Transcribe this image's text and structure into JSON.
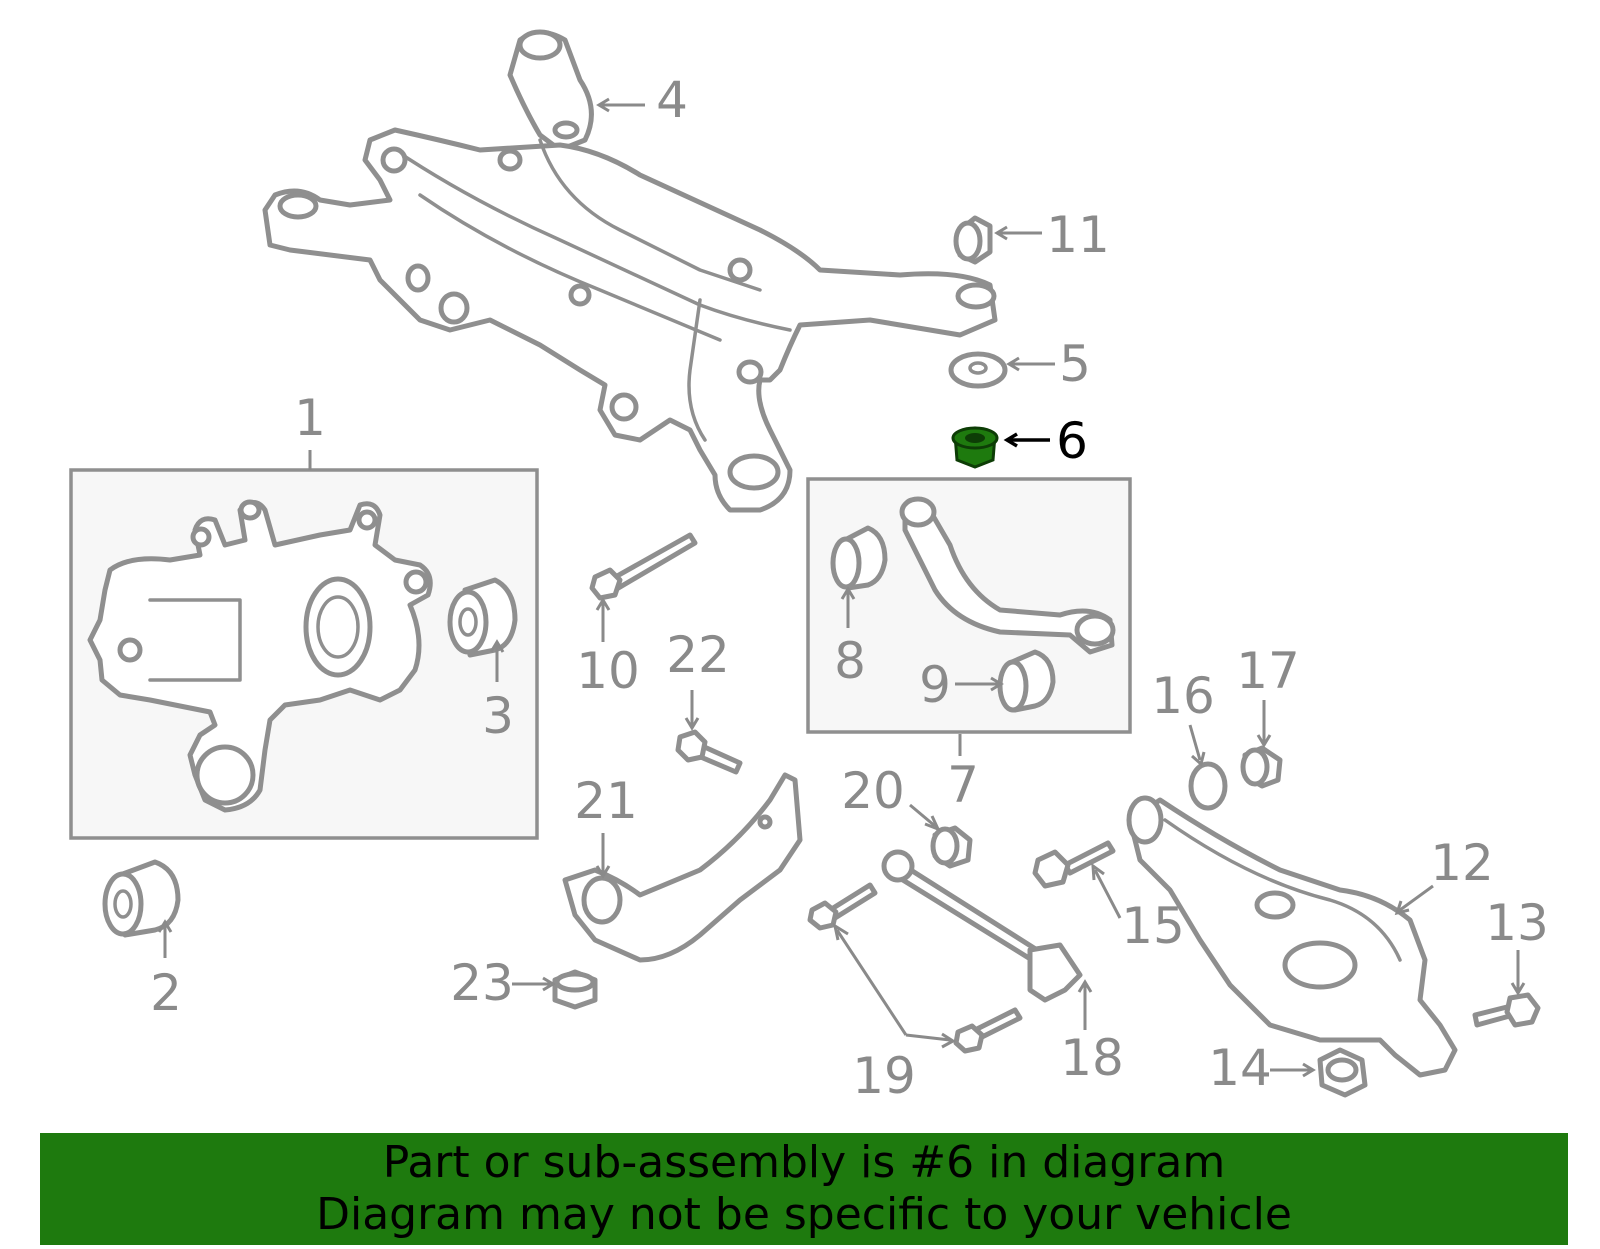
{
  "callouts": [
    {
      "id": "1",
      "text": "1"
    },
    {
      "id": "2",
      "text": "2"
    },
    {
      "id": "3",
      "text": "3"
    },
    {
      "id": "4",
      "text": "4"
    },
    {
      "id": "5",
      "text": "5"
    },
    {
      "id": "6",
      "text": "6",
      "highlighted": true
    },
    {
      "id": "7",
      "text": "7"
    },
    {
      "id": "8",
      "text": "8"
    },
    {
      "id": "9",
      "text": "9"
    },
    {
      "id": "10",
      "text": "10"
    },
    {
      "id": "11",
      "text": "11"
    },
    {
      "id": "12",
      "text": "12"
    },
    {
      "id": "13",
      "text": "13"
    },
    {
      "id": "14",
      "text": "14"
    },
    {
      "id": "15",
      "text": "15"
    },
    {
      "id": "16",
      "text": "16"
    },
    {
      "id": "17",
      "text": "17"
    },
    {
      "id": "18",
      "text": "18"
    },
    {
      "id": "19",
      "text": "19"
    },
    {
      "id": "20",
      "text": "20"
    },
    {
      "id": "21",
      "text": "21"
    },
    {
      "id": "22",
      "text": "22"
    },
    {
      "id": "23",
      "text": "23"
    }
  ],
  "highlight_color": "#1e7a0e",
  "part_color": "#8f8f8f",
  "banner": {
    "line1": "Part or sub-assembly is #6 in diagram",
    "line2": "Diagram may not be specific to your vehicle",
    "background": "#1e7a0e"
  }
}
